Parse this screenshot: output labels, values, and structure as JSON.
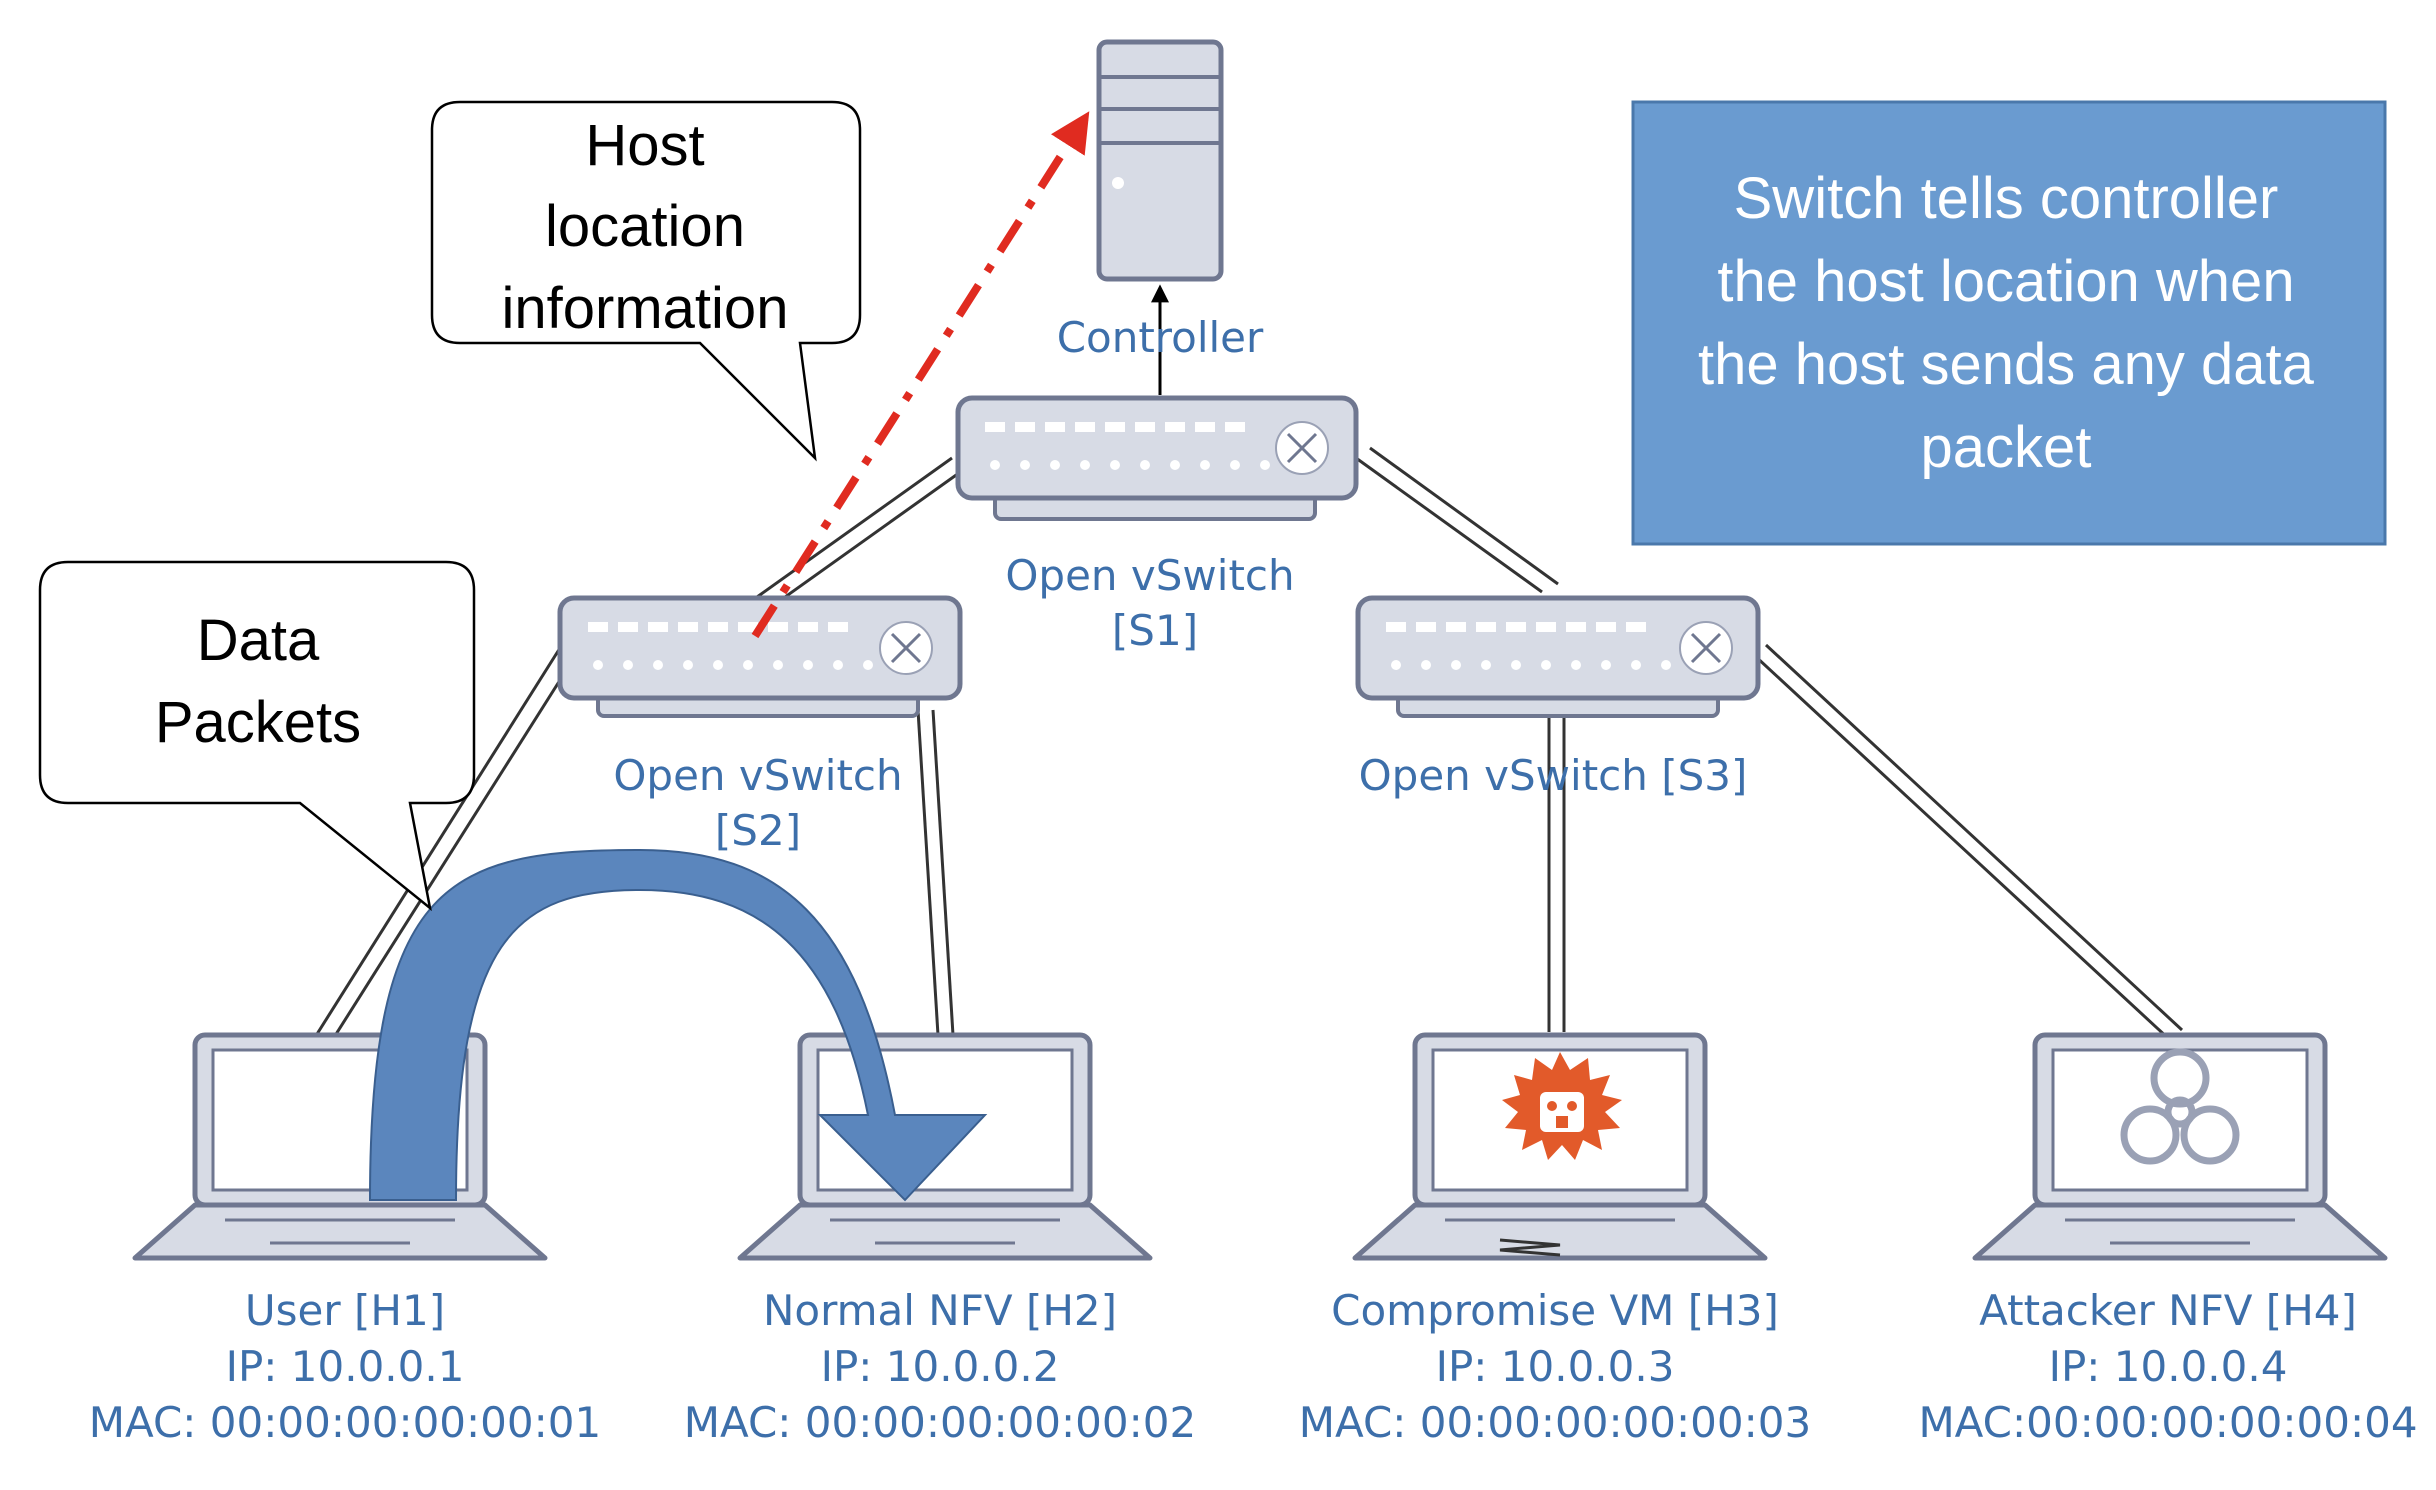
{
  "colors": {
    "device_fill": "#d7dbe5",
    "device_stroke": "#6f7790",
    "label_blue": "#3d6faa",
    "note_box": "#6a9bd0",
    "red_arrow": "#e02b20",
    "curved_arrow": "#5b86bd",
    "hazard_red": "#e25a2a"
  },
  "controller": {
    "label": "Controller",
    "icon": "server-icon"
  },
  "switches": [
    {
      "id": "s1",
      "line1": "Open vSwitch",
      "line2": "[S1]",
      "icon": "switch-icon"
    },
    {
      "id": "s2",
      "line1": "Open vSwitch",
      "line2": "[S2]",
      "icon": "switch-icon"
    },
    {
      "id": "s3",
      "line1": "Open vSwitch [S3]",
      "line2": "",
      "icon": "switch-icon"
    }
  ],
  "hosts": [
    {
      "name": "User [H1]",
      "ip": "IP: 10.0.0.1",
      "mac": "MAC: 00:00:00:00:00:01",
      "icon": "laptop-icon"
    },
    {
      "name": "Normal NFV [H2]",
      "ip": "IP: 10.0.0.2",
      "mac": "MAC: 00:00:00:00:00:02",
      "icon": "laptop-icon"
    },
    {
      "name": "Compromise VM [H3]",
      "ip": "IP: 10.0.0.3",
      "mac": "MAC: 00:00:00:00:00:03",
      "icon": "laptop-virus-icon"
    },
    {
      "name": "Attacker NFV [H4]",
      "ip": "IP: 10.0.0.4",
      "mac": "MAC:00:00:00:00:00:04",
      "icon": "laptop-biohazard-icon"
    }
  ],
  "callouts": {
    "host_location": [
      "Host",
      "location",
      "information"
    ],
    "data_packets": [
      "Data",
      "Packets"
    ]
  },
  "note": [
    "Switch tells controller",
    "the host location when",
    "the host sends any data",
    "packet"
  ]
}
